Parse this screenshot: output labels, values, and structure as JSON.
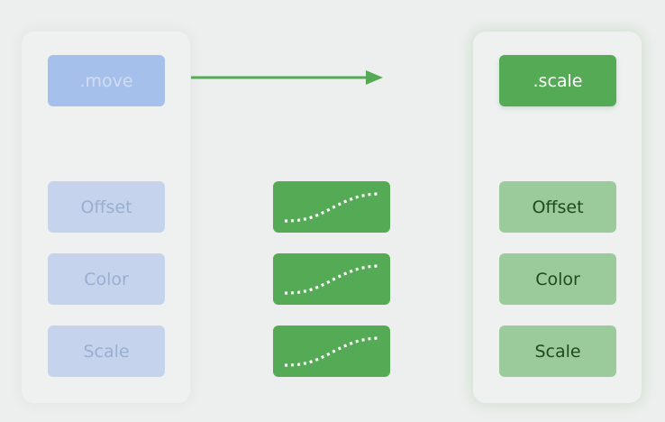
{
  "from_state": {
    "label": ".move",
    "color": "#a6c0ec"
  },
  "to_state": {
    "label": ".scale",
    "color": "#54aa55"
  },
  "properties": [
    {
      "label": "Offset"
    },
    {
      "label": "Color"
    },
    {
      "label": "Scale"
    }
  ],
  "timing_curves": [
    {
      "icon": "ease-curve-icon"
    },
    {
      "icon": "ease-curve-icon"
    },
    {
      "icon": "ease-curve-icon"
    }
  ],
  "colors": {
    "accent_green": "#54aa55",
    "muted_blue": "#c5d4ec",
    "muted_green": "#9bcb9b"
  }
}
